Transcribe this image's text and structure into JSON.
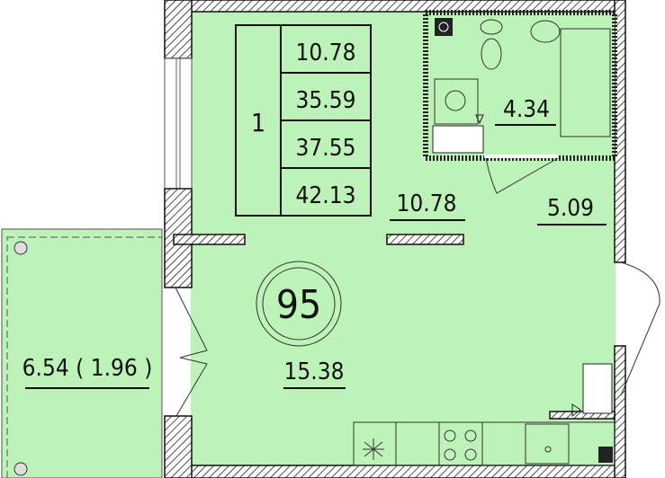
{
  "plan": {
    "apartment_number": "95",
    "colors": {
      "room_fill": "#bdf2b8",
      "line": "#111111"
    },
    "summary_table": {
      "rooms_count": "1",
      "values": [
        "10.78",
        "35.59",
        "37.55",
        "42.13"
      ]
    },
    "rooms": {
      "hall": "10.78",
      "bathroom": "4.34",
      "corridor": "5.09",
      "living": "15.38",
      "balcony": "6.54 ( 1.96 )"
    }
  }
}
